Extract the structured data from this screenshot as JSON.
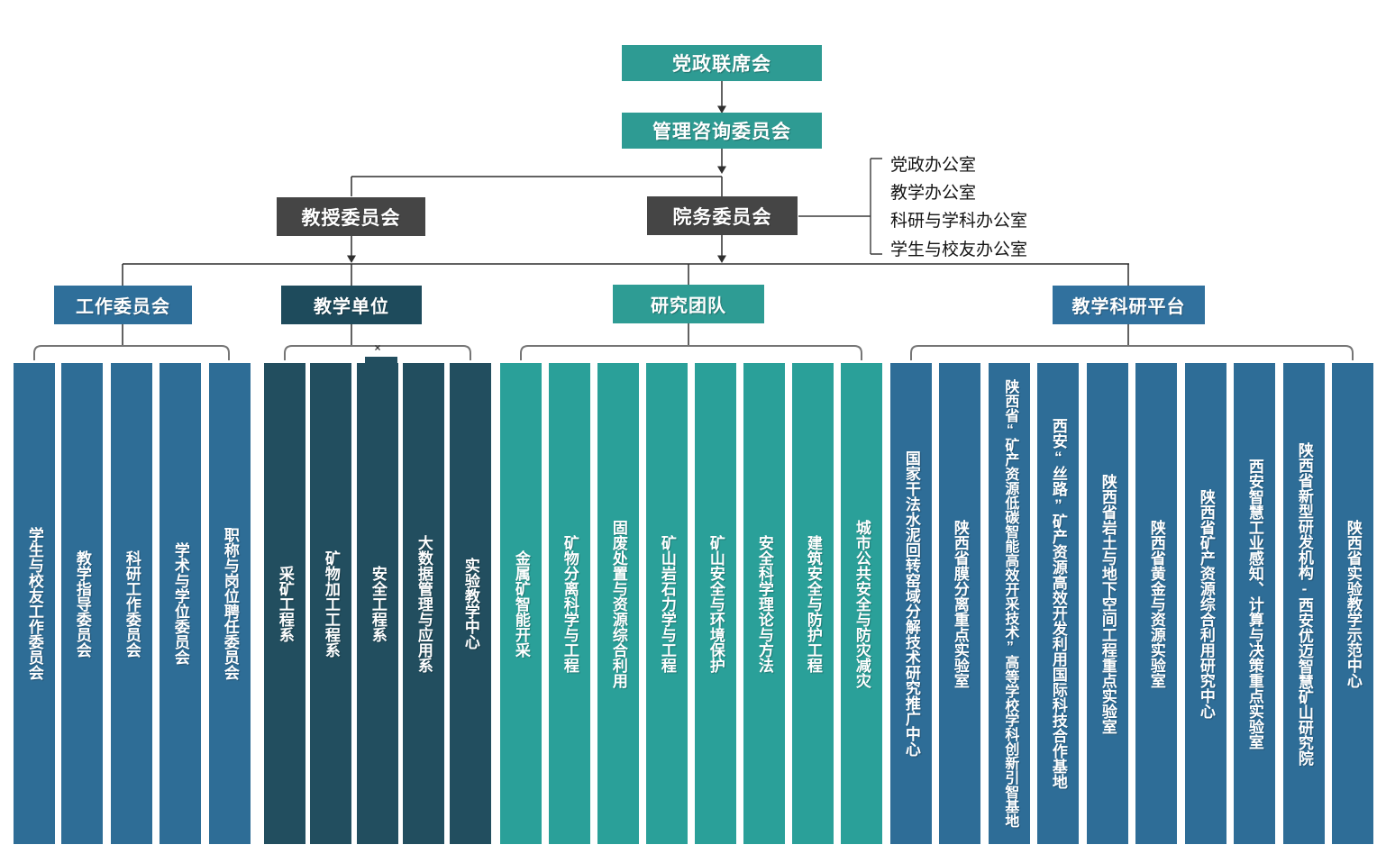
{
  "chart": {
    "type": "org-chart",
    "root": {
      "label": "党政联席会"
    },
    "advisory": {
      "label": "管理咨询委员会"
    },
    "professor_committee": {
      "label": "教授委员会"
    },
    "council": {
      "label": "院务委员会"
    },
    "offices": {
      "items": [
        {
          "label": "党政办公室"
        },
        {
          "label": "教学办公室"
        },
        {
          "label": "科研与学科办公室"
        },
        {
          "label": "学生与校友办公室"
        }
      ]
    },
    "groups": [
      {
        "label": "工作委员会",
        "header_color": "#2f6f9a",
        "bar_color": "#2e6d96",
        "items": [
          {
            "label": "学生与校友工作委员会"
          },
          {
            "label": "教学指导委员会"
          },
          {
            "label": "科研工作委员会"
          },
          {
            "label": "学术与学位委员会"
          },
          {
            "label": "职称与岗位聘任委员会"
          }
        ]
      },
      {
        "label": "教学单位",
        "header_color": "#1e4b5c",
        "bar_color": "#224e5f",
        "items": [
          {
            "label": "采矿工程系"
          },
          {
            "label": "矿物加工工程系"
          },
          {
            "label": "安全工程系"
          },
          {
            "label": "大数据管理与应用系"
          },
          {
            "label": "实验教学中心"
          }
        ]
      },
      {
        "label": "研究团队",
        "header_color": "#2e9c94",
        "bar_color": "#2aa099",
        "items": [
          {
            "label": "金属矿智能开采"
          },
          {
            "label": "矿物分离科学与工程"
          },
          {
            "label": "固废处置与资源综合利用"
          },
          {
            "label": "矿山岩石力学与工程"
          },
          {
            "label": "矿山安全与环境保护"
          },
          {
            "label": "安全科学理论与方法"
          },
          {
            "label": "建筑安全与防护工程"
          },
          {
            "label": "城市公共安全与防灾减灾"
          }
        ]
      },
      {
        "label": "教学科研平台",
        "header_color": "#31719e",
        "bar_color": "#2e6d97",
        "items": [
          {
            "label": "国家干法水泥回转窑域分解技术研究推广中心"
          },
          {
            "label": "陕西省膜分离重点实验室"
          },
          {
            "label": "陕西省“矿产资源低碳智能高效开采技术”高等学校学科创新引智基地"
          },
          {
            "label": "西安“丝路”矿产资源高效开发利用国际科技合作基地"
          },
          {
            "label": "陕西省岩土与地下空间工程重点实验室"
          },
          {
            "label": "陕西省黄金与资源实验室"
          },
          {
            "label": "陕西省矿产资源综合利用研究中心"
          },
          {
            "label": "西安智慧工业感知、计算与决策重点实验室"
          },
          {
            "label": "陕西省新型研发机构-西安优迈智慧矿山研究院"
          },
          {
            "label": "陕西省实验教学示范中心"
          }
        ]
      }
    ],
    "marker": {
      "label": "×"
    },
    "colors": {
      "top_teal": "#2e9b93",
      "committee_gray": "#454545",
      "blue": "#2f6f9a",
      "dark_slate": "#1e4b5c",
      "teal": "#2aa099",
      "line": "#2f2f2f",
      "bracket": "#757575",
      "background": "#ffffff",
      "text_on_fill": "#ffffff"
    }
  }
}
